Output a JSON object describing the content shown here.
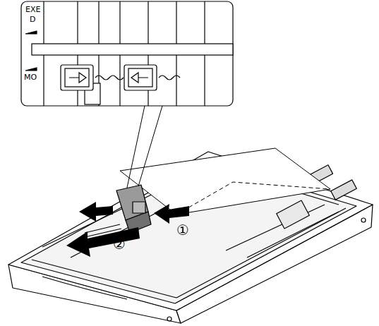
{
  "diagram": {
    "labels": [
      "EXE",
      "D",
      "MO",
      "①",
      "②"
    ]
  }
}
